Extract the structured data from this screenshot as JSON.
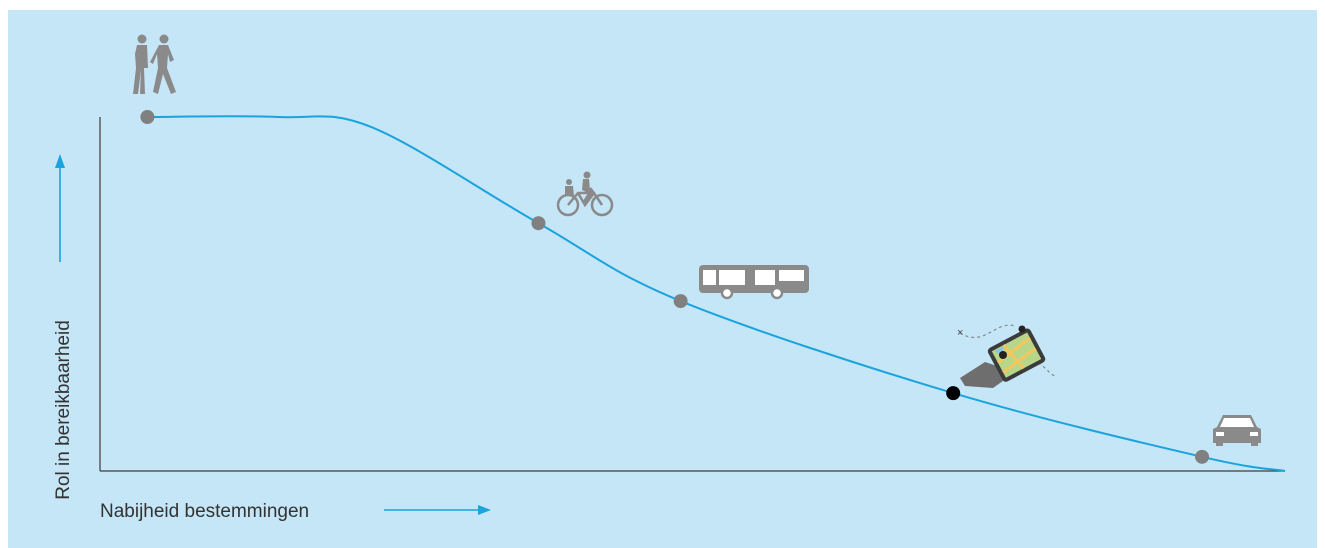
{
  "colors": {
    "background": "#c5e6f7",
    "curve": "#1aa3dd",
    "point": "#808080",
    "highlight_point": "#000000",
    "icon": "#8a8a8a"
  },
  "chart_data": {
    "type": "line",
    "title": "",
    "xlabel": "Nabijheid bestemmingen",
    "ylabel": "Rol in bereikbaarheid",
    "x_tick_labels": [],
    "y_tick_labels": [],
    "xlim": [
      0,
      100
    ],
    "ylim": [
      0,
      100
    ],
    "grid": false,
    "legend": "none",
    "series": [
      {
        "points": [
          {
            "x": 4,
            "y": 100
          },
          {
            "x": 15,
            "y": 100
          },
          {
            "x": 23,
            "y": 97
          },
          {
            "x": 37,
            "y": 70
          },
          {
            "x": 49,
            "y": 48
          },
          {
            "x": 72,
            "y": 22
          },
          {
            "x": 93,
            "y": 4
          },
          {
            "x": 100,
            "y": 0
          }
        ]
      }
    ],
    "markers": [
      {
        "icon": "pedestrians-icon",
        "x": 4,
        "y": 100,
        "highlight": false
      },
      {
        "icon": "bicycle-icon",
        "x": 37,
        "y": 70,
        "highlight": false
      },
      {
        "icon": "bus-icon",
        "x": 49,
        "y": 48,
        "highlight": false
      },
      {
        "icon": "smartphone-map-icon",
        "x": 72,
        "y": 22,
        "highlight": true
      },
      {
        "icon": "car-icon",
        "x": 93,
        "y": 4,
        "highlight": false
      }
    ]
  }
}
